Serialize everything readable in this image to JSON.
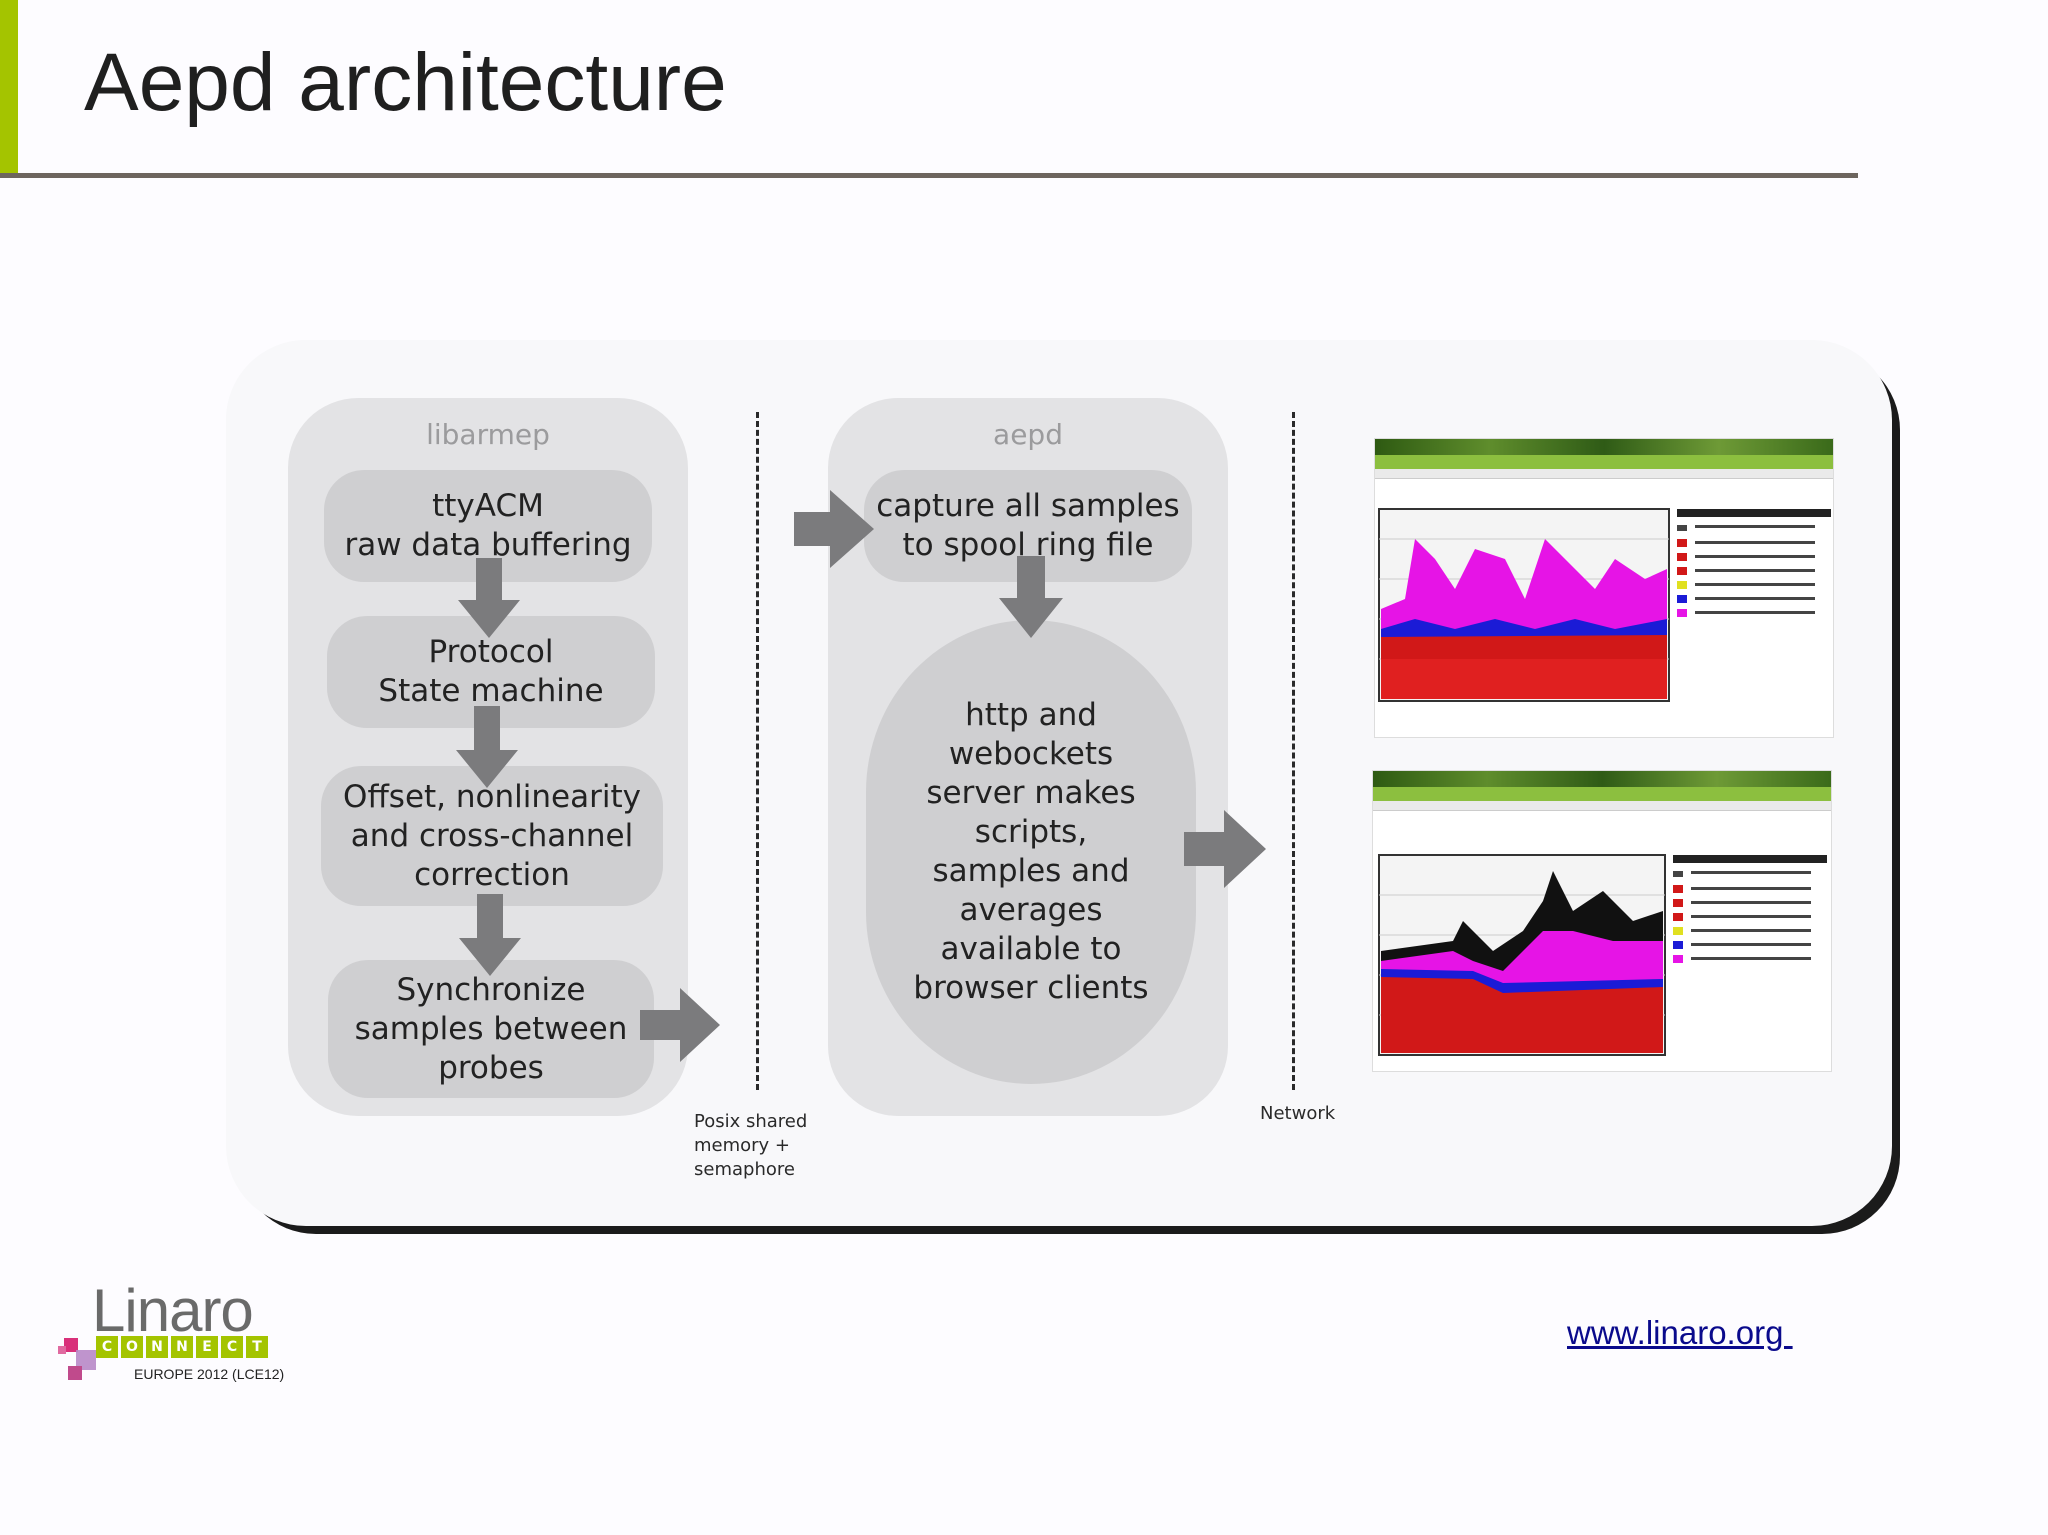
{
  "slide": {
    "title": "Aepd architecture",
    "footer_link": "www.linaro.org ",
    "logo": {
      "word": "Linaro",
      "connect_letters": [
        "C",
        "O",
        "N",
        "N",
        "E",
        "C",
        "T"
      ],
      "subtitle": "EUROPE 2012 (LCE12)"
    },
    "accent_color": "#a4c400"
  },
  "diagram": {
    "groups": [
      {
        "label": "libarmep"
      },
      {
        "label": "aepd"
      }
    ],
    "libarmep_steps": [
      "ttyACM\nraw data buffering",
      "Protocol\nState machine",
      "Offset, nonlinearity\nand cross-channel\ncorrection",
      "Synchronize\nsamples between\nprobes"
    ],
    "aepd_steps": [
      "capture all samples\nto spool ring file",
      "http and\nwebockets\nserver makes\nscripts,\nsamples and\naverages\navailable to\nbrowser clients"
    ],
    "boundaries": [
      {
        "label": "Posix shared\nmemory +\nsemaphore"
      },
      {
        "label": "Network"
      }
    ],
    "screenshots": [
      {
        "description_icon": "browser-chart-screenshot"
      },
      {
        "description_icon": "browser-chart-screenshot"
      }
    ]
  }
}
